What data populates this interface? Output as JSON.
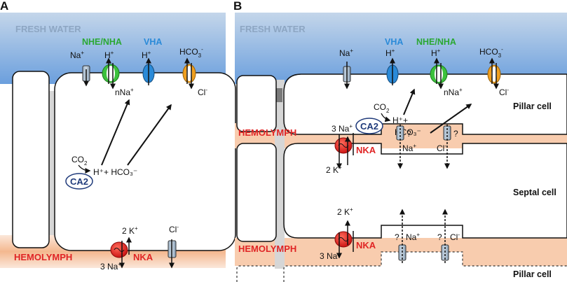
{
  "panels": {
    "a": "A",
    "b": "B"
  },
  "regions": {
    "fresh_water": "FRESH WATER",
    "hemolymph": "HEMOLYMPH"
  },
  "proteins": {
    "nhe": "NHE/NHA",
    "vha": "VHA",
    "nka": "NKA",
    "ca2": "CA2"
  },
  "ions": {
    "na": "Na",
    "h": "H",
    "hco3": "HCO",
    "hco3_sub": "3",
    "cl": "Cl",
    "nna": "nNa",
    "k": "K",
    "co2": "CO",
    "co2_sub": "2",
    "plus": "+",
    "minus": "-",
    "three": "3 ",
    "two": "2 ",
    "h_plus_hco3": "H⁺+ HCO₃⁻",
    "h_plus": "H⁺+",
    "hco3_full": "HCO₃⁻",
    "unknown": "?"
  },
  "cells": {
    "pillar": "Pillar cell",
    "septal": "Septal cell"
  },
  "colors": {
    "fresh_water_top": "#b9cde4",
    "fresh_water_bottom": "#6d9fdc",
    "hemolymph": "#f7c9aa",
    "nhe": "#3cc13c",
    "vha": "#2a8ad8",
    "cl_exchanger": "#f0a020",
    "nka": "#e01818",
    "channel": "#8fa6bd",
    "ca2": "#1f3a7a"
  }
}
